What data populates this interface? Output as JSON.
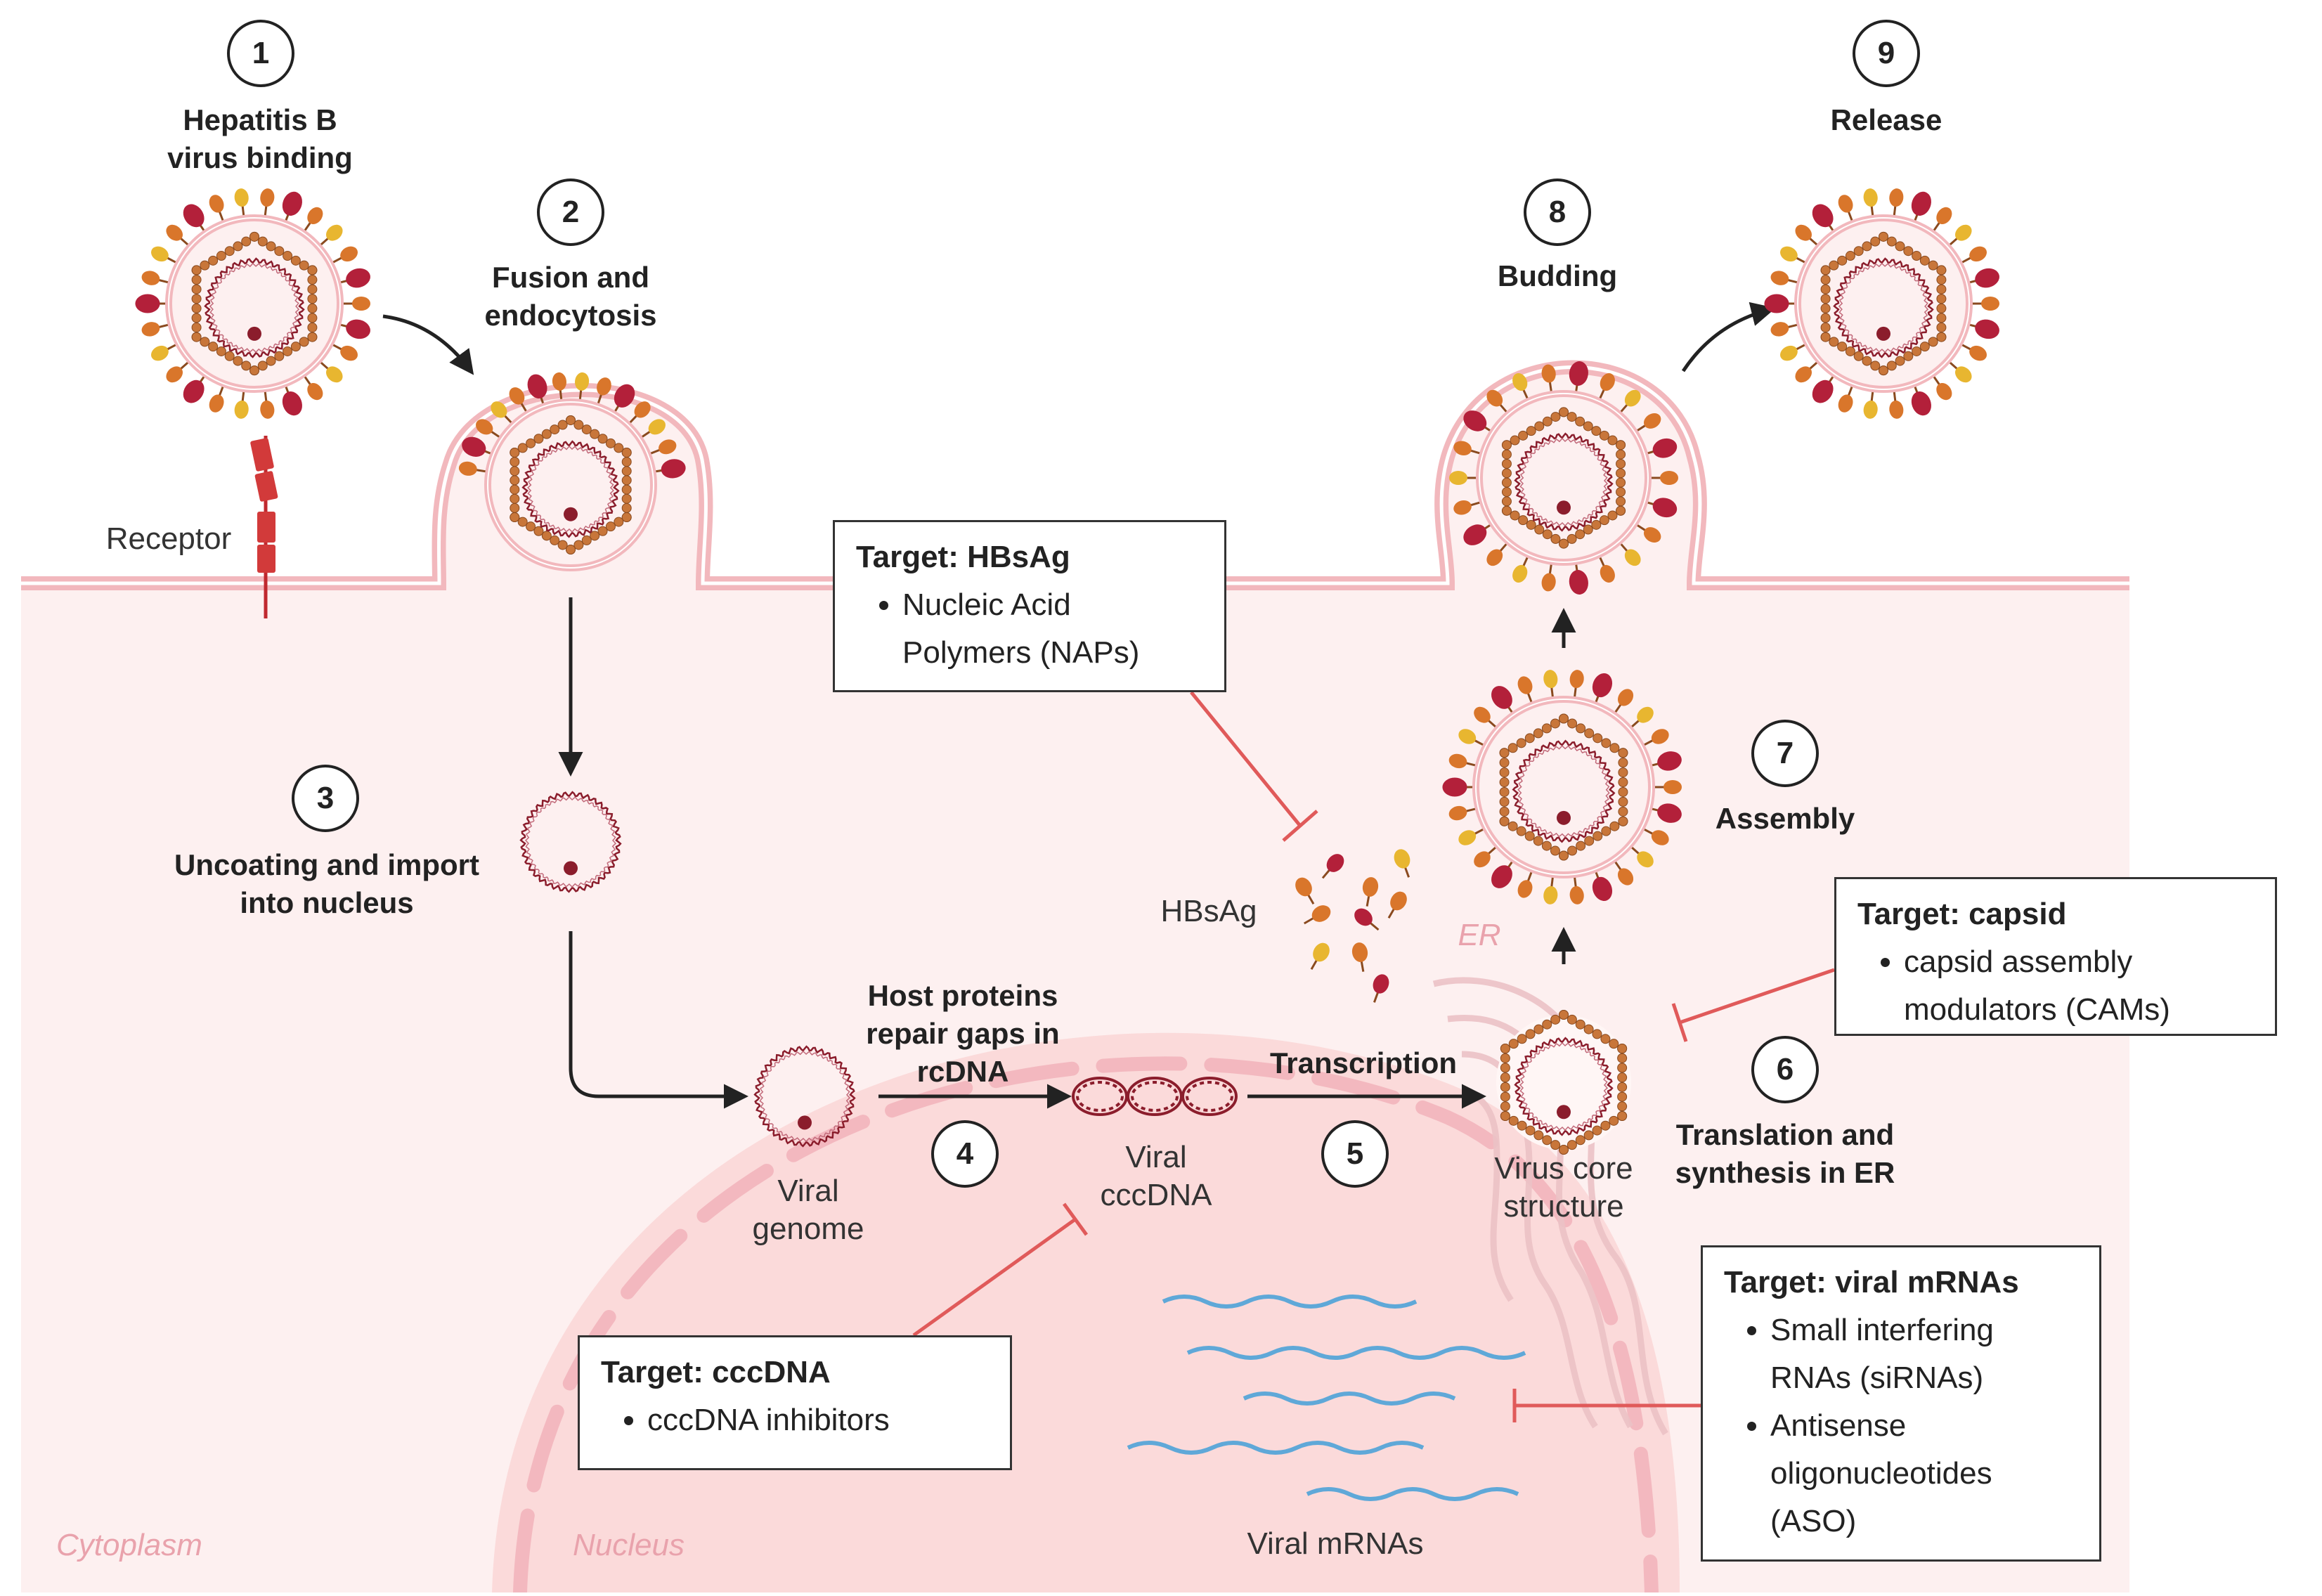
{
  "steps": [
    {
      "number": "1",
      "label_lines": [
        "Hepatitis B",
        "virus binding"
      ]
    },
    {
      "number": "2",
      "label_lines": [
        "Fusion and",
        "endocytosis"
      ]
    },
    {
      "number": "3",
      "label_lines": [
        "Uncoating and import",
        "into nucleus"
      ]
    },
    {
      "number": "4",
      "label_lines": [
        "Host proteins",
        "repair gaps in",
        "rcDNA"
      ]
    },
    {
      "number": "5",
      "label_lines": [
        "Transcription"
      ]
    },
    {
      "number": "6",
      "label_lines": [
        "Translation and",
        "synthesis in ER"
      ]
    },
    {
      "number": "7",
      "label_lines": [
        "Assembly"
      ]
    },
    {
      "number": "8",
      "label_lines": [
        "Budding"
      ]
    },
    {
      "number": "9",
      "label_lines": [
        "Release"
      ]
    }
  ],
  "labels": {
    "receptor": "Receptor",
    "viral_genome": [
      "Viral",
      "genome"
    ],
    "viral_cccdna": [
      "Viral",
      "cccDNA"
    ],
    "virus_core": [
      "Virus core",
      "structure"
    ],
    "hbsag": "HBsAg",
    "er": "ER",
    "viral_mrnas": "Viral mRNAs",
    "cytoplasm": "Cytoplasm",
    "nucleus": "Nucleus"
  },
  "targets": {
    "hbsag": {
      "title": "Target: HBsAg",
      "items": [
        "Nucleic Acid Polymers (NAPs)"
      ]
    },
    "capsid": {
      "title": "Target: capsid",
      "items": [
        "capsid assembly modulators (CAMs)"
      ]
    },
    "cccdna": {
      "title": "Target: cccDNA",
      "items": [
        "cccDNA inhibitors"
      ]
    },
    "mrna": {
      "title": "Target: viral mRNAs",
      "items": [
        "Small interfering RNAs (siRNAs)",
        "Antisense oligonucleotides (ASO)"
      ]
    }
  },
  "colors": {
    "membrane": "#f2b8bd",
    "cytoplasm": "#fdf0f0",
    "nucleus": "#fbdada",
    "inhibitor": "#e05a5a",
    "spike_dark": "#b3203a",
    "spike_orange": "#d9762b",
    "spike_yellow": "#e8b630",
    "capsid_dot": "#c8763a",
    "genome": "#8b1d2c",
    "mrna": "#5fa8d8"
  }
}
